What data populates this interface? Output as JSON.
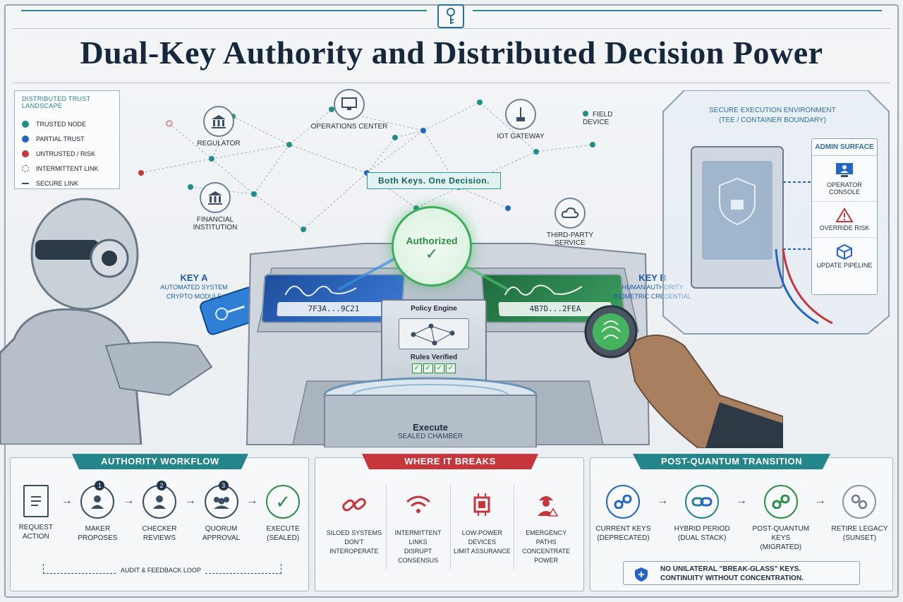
{
  "title": "Dual-Key Authority and Distributed Decision Power",
  "legend": {
    "heading": "Distributed Trust Landscape",
    "items": [
      {
        "label": "Trusted Node",
        "color": "#1f8f86"
      },
      {
        "label": "Partial Trust",
        "color": "#2466c7"
      },
      {
        "label": "Untrusted / Risk",
        "color": "#c6363a"
      },
      {
        "label": "Intermittent Link",
        "color": "dashed"
      },
      {
        "label": "Secure Link",
        "color": "line"
      }
    ]
  },
  "network": {
    "regulator": "Regulator",
    "operations_center": "Operations Center",
    "iot_gateway": "IoT Gateway",
    "field_device": "Field Device",
    "financial_institution": "Financial Institution",
    "third_party_service": "Third-Party Service"
  },
  "banner": "Both Keys. One Decision.",
  "center": {
    "authorized": "Authorized",
    "key_a": {
      "title": "Key A",
      "line1": "Automated System",
      "line2": "Crypto Module",
      "code": "7F3A...9C21"
    },
    "key_b": {
      "title": "Key B",
      "line1": "Human Authority",
      "line2": "Biometric Credential",
      "code": "4B7D...2FEA"
    },
    "policy_engine": "Policy Engine",
    "rules_verified": "Rules Verified",
    "execute": "Execute",
    "sealed_chamber": "Sealed Chamber"
  },
  "secure_env": {
    "line1": "Secure Execution Environment",
    "line2": "(TEE / Container Boundary)"
  },
  "admin": {
    "heading": "Admin Surface",
    "items": [
      "Operator Console",
      "Override Risk",
      "Update Pipeline"
    ]
  },
  "workflow": {
    "title": "Authority Workflow",
    "steps": [
      {
        "l1": "Request",
        "l2": "Action",
        "num": ""
      },
      {
        "l1": "Maker",
        "l2": "Proposes",
        "num": "1"
      },
      {
        "l1": "Checker",
        "l2": "Reviews",
        "num": "2"
      },
      {
        "l1": "Quorum",
        "l2": "Approval",
        "num": "3"
      },
      {
        "l1": "Execute",
        "l2": "(Sealed)",
        "num": ""
      }
    ],
    "loop": "Audit & Feedback Loop"
  },
  "breaks": {
    "title": "Where It Breaks",
    "items": [
      {
        "l1": "Siloed Systems",
        "l2": "Don't Interoperate"
      },
      {
        "l1": "Intermittent Links",
        "l2": "Disrupt Consensus"
      },
      {
        "l1": "Low-Power Devices",
        "l2": "Limit Assurance"
      },
      {
        "l1": "Emergency Paths",
        "l2": "Concentrate Power"
      }
    ]
  },
  "pq": {
    "title": "Post-Quantum Transition",
    "steps": [
      {
        "l1": "Current Keys",
        "l2": "(Deprecated)"
      },
      {
        "l1": "Hybrid Period",
        "l2": "(Dual Stack)"
      },
      {
        "l1": "Post-Quantum Keys",
        "l2": "(Migrated)"
      },
      {
        "l1": "Retire Legacy",
        "l2": "(Sunset)"
      }
    ],
    "note1": "No Unilateral \"Break-Glass\" Keys.",
    "note2": "Continuity Without Concentration."
  },
  "colors": {
    "teal": "#2a9a93",
    "red": "#c6363a",
    "blue": "#2466c7",
    "green": "#3cae5a",
    "navy": "#16283c"
  }
}
